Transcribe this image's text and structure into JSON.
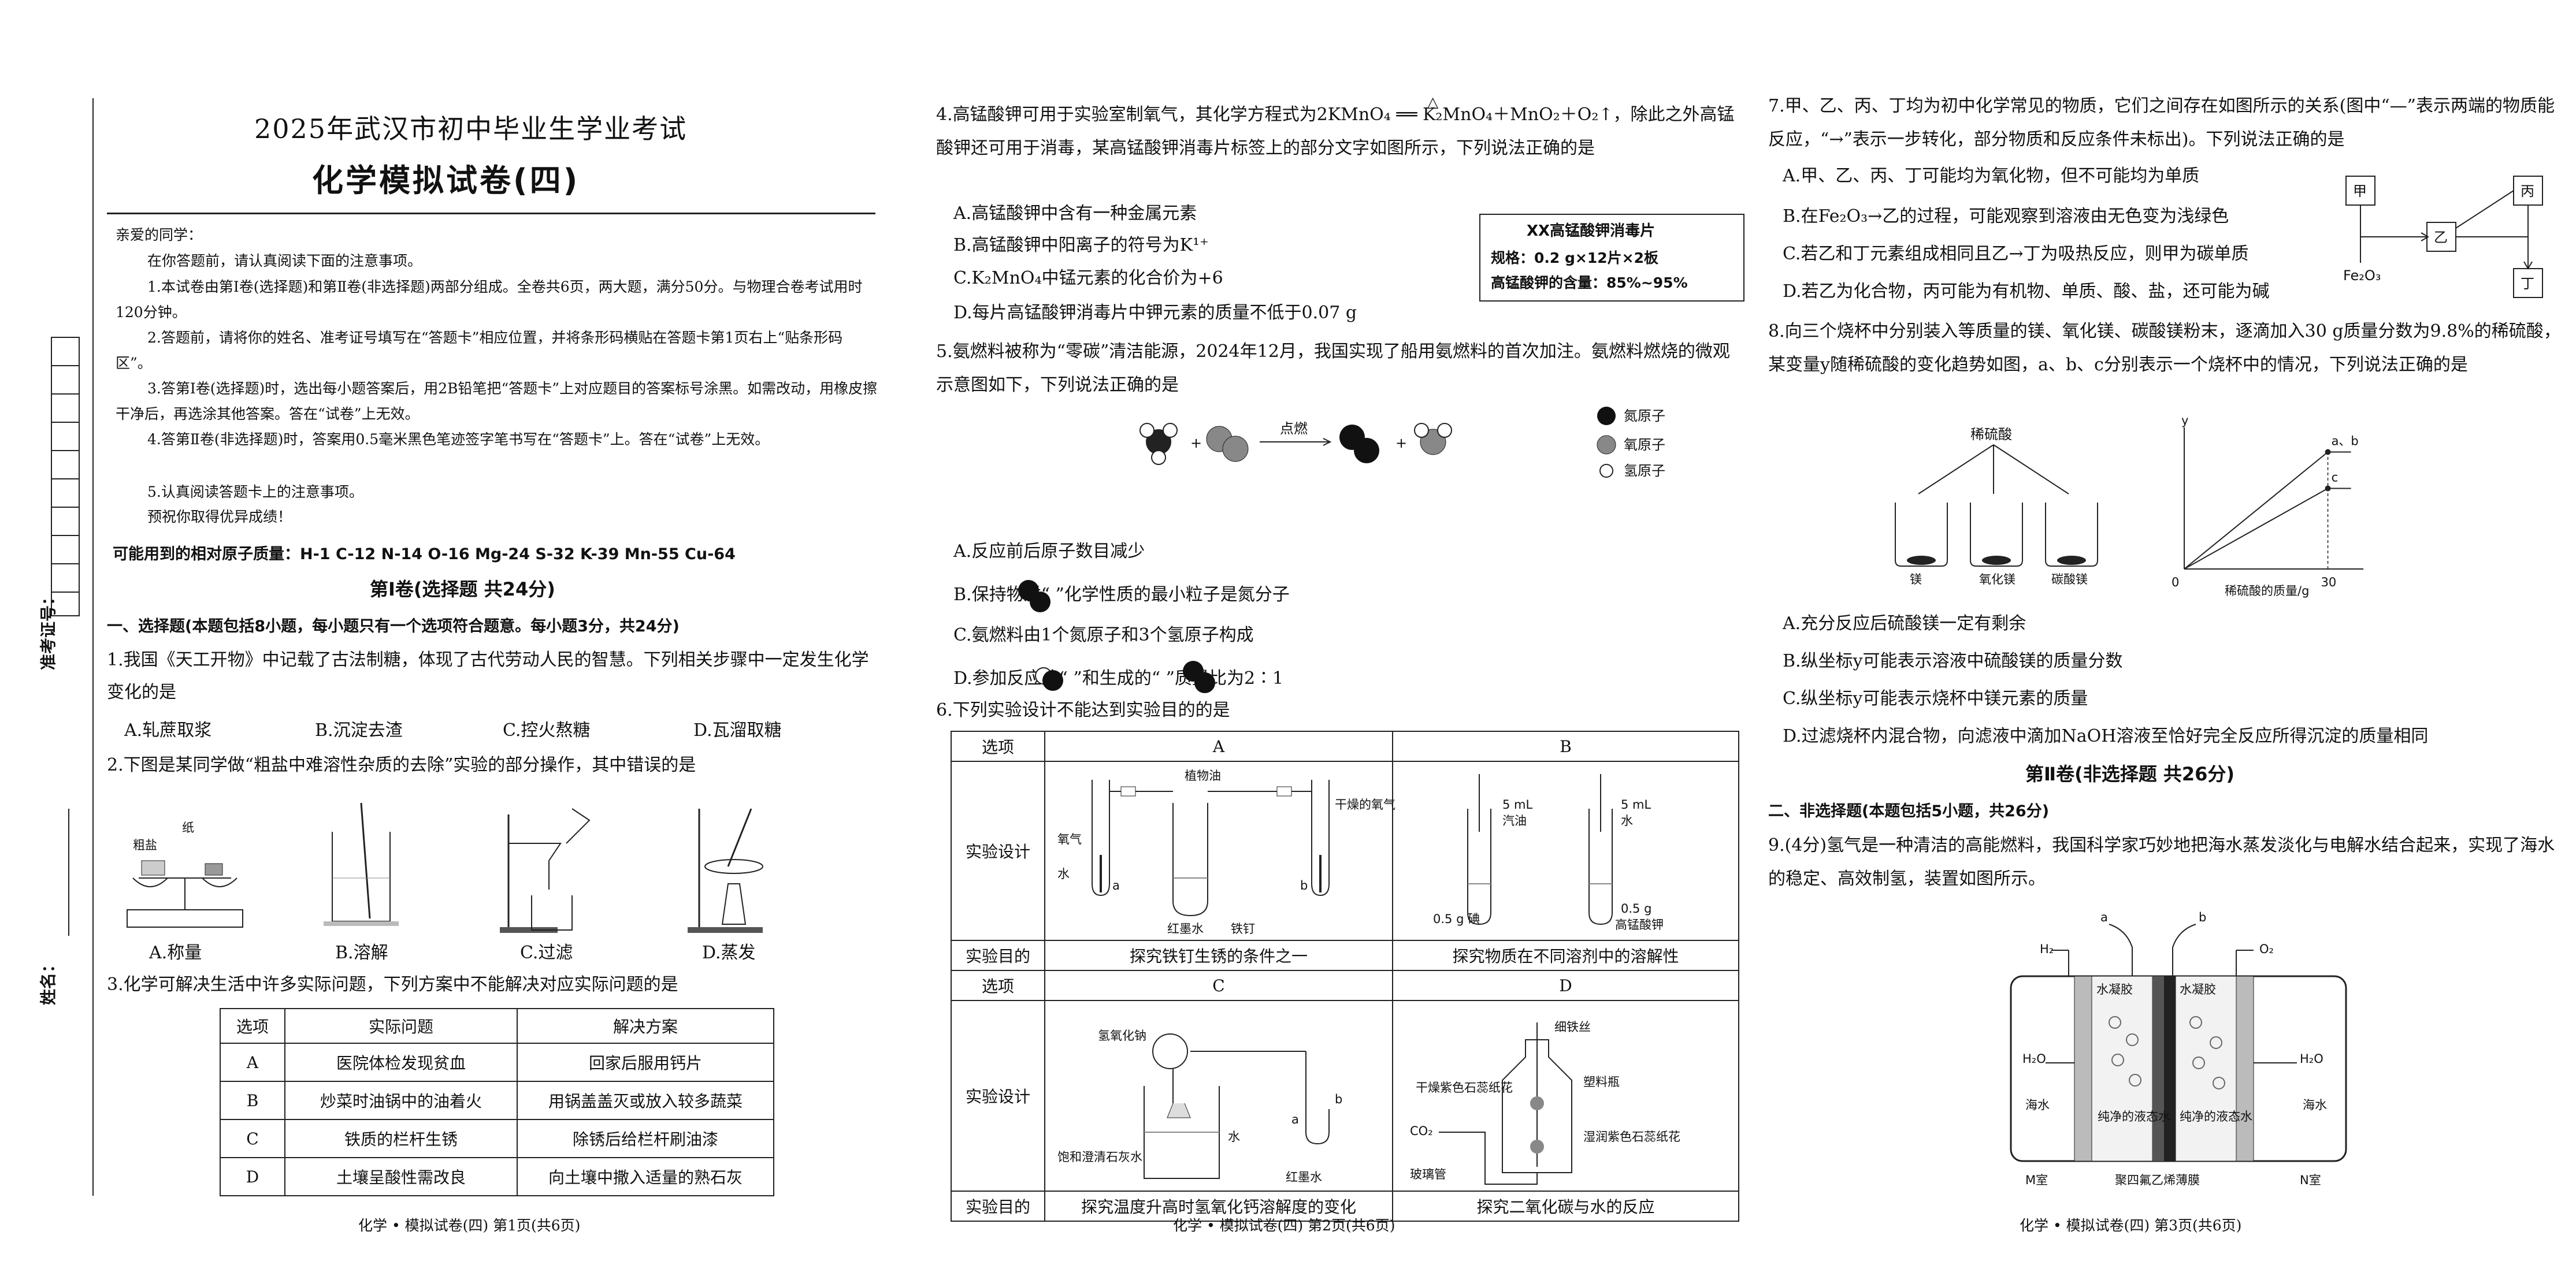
{
  "p1": {
    "title1": "2025年武汉市初中毕业生学业考试",
    "title2": "化学模拟试卷(四)",
    "greet": "亲爱的同学：",
    "intro": "在你答题前，请认真阅读下面的注意事项。",
    "n1": "1.本试卷由第Ⅰ卷(选择题)和第Ⅱ卷(非选择题)两部分组成。全卷共6页，两大题，满分50分。与物理合卷考试用时120分钟。",
    "n2": "2.答题前，请将你的姓名、准考证号填写在“答题卡”相应位置，并将条形码横贴在答题卡第1页右上“贴条形码区”。",
    "n3": "3.答第Ⅰ卷(选择题)时，选出每小题答案后，用2B铅笔把“答题卡”上对应题目的答案标号涂黑。如需改动，用橡皮擦干净后，再选涂其他答案。答在“试卷”上无效。",
    "n4": "4.答第Ⅱ卷(非选择题)时，答案用0.5毫米黑色笔迹签字笔书写在“答题卡”上。答在“试卷”上无效。",
    "n5": "5.认真阅读答题卡上的注意事项。",
    "wish": "预祝你取得优异成绩！",
    "masses": "可能用到的相对原子质量：H-1  C-12  N-14  O-16  Mg-24  S-32  K-39  Mn-55  Cu-64",
    "part1": "第Ⅰ卷(选择题   共24分)",
    "sec1": "一、选择题(本题包括8小题，每小题只有一个选项符合题意。每小题3分，共24分)",
    "q1": "1.我国《天工开物》中记载了古法制糖，体现了古代劳动人民的智慧。下列相关步骤中一定发生化学变化的是",
    "q1opts": [
      "A.轧蔗取浆",
      "B.沉淀去渣",
      "C.控火熬糖",
      "D.瓦溜取糖"
    ],
    "q2": "2.下图是某同学做“粗盐中难溶性杂质的去除”实验的部分操作，其中错误的是",
    "q2labels": [
      "粗盐",
      "纸"
    ],
    "q2opts": [
      "A.称量",
      "B.溶解",
      "C.过滤",
      "D.蒸发"
    ],
    "q3": "3.化学可解决生活中许多实际问题，下列方案中不能解决对应实际问题的是",
    "q3head": [
      "选项",
      "实际问题",
      "解决方案"
    ],
    "q3rows": [
      [
        "A",
        "医院体检发现贫血",
        "回家后服用钙片"
      ],
      [
        "B",
        "炒菜时油锅中的油着火",
        "用锅盖盖灭或放入较多蔬菜"
      ],
      [
        "C",
        "铁质的栏杆生锈",
        "除锈后给栏杆刷油漆"
      ],
      [
        "D",
        "土壤呈酸性需改良",
        "向土壤中撒入适量的熟石灰"
      ]
    ],
    "side_exam": "准考证号：",
    "side_name": "姓名：",
    "footer": "化学 • 模拟试卷(四)   第1页(共6页)"
  },
  "p2": {
    "q4": "4.高锰酸钾可用于实验室制氧气，其化学方程式为2KMnO₄ ══ K₂MnO₄＋MnO₂＋O₂↑，除此之外高锰酸钾还可用于消毒，某高锰酸钾消毒片标签上的部分文字如图所示，下列说法正确的是",
    "q4heat": "△",
    "q4opts": [
      "A.高锰酸钾中含有一种金属元素",
      "B.高锰酸钾中阳离子的符号为K¹⁺",
      "C.K₂MnO₄中锰元素的化合价为+6",
      "D.每片高锰酸钾消毒片中钾元素的质量不低于0.07 g"
    ],
    "label_title": "XX高锰酸钾消毒片",
    "label_spec": "规格：0.2 g×12片×2板",
    "label_content": "高锰酸钾的含量：85%~95%",
    "q5": "5.氨燃料被称为“零碳”清洁能源，2024年12月，我国实现了船用氨燃料的首次加注。氨燃料燃烧的微观示意图如下，下列说法正确的是",
    "q5ignite": "点燃",
    "q5legend": [
      "氮原子",
      "氧原子",
      "氢原子"
    ],
    "q5opts": [
      "A.反应前后原子数目减少",
      "B.保持物质“      ”化学性质的最小粒子是氮分子",
      "C.氨燃料由1个氮原子和3个氢原子构成",
      "D.参加反应的“      ”和生成的“      ”质量比为2∶1"
    ],
    "q6": "6.下列实验设计不能达到实验目的的是",
    "q6head": [
      "选项",
      "A",
      "B"
    ],
    "q6row1": "实验设计",
    "q6purpose_label": "实验目的",
    "q6purA": "探究铁钉生锈的条件之一",
    "q6purB": "探究物质在不同溶剂中的溶解性",
    "q6head2": [
      "选项",
      "C",
      "D"
    ],
    "q6purC": "探究温度升高时氢氧化钙溶解度的变化",
    "q6purD": "探究二氧化碳与水的反应",
    "A_labels": [
      "植物油",
      "干燥的氧气",
      "氧气",
      "水",
      "红墨水",
      "铁钉",
      "a",
      "b"
    ],
    "B_labels": [
      "5 mL",
      "汽油",
      "5 mL",
      "水",
      "0.5 g 碘",
      "0.5 g",
      "高锰酸钾"
    ],
    "C_labels": [
      "氢氧化钠",
      "饱和澄清石灰水",
      "水",
      "红墨水",
      "a",
      "b"
    ],
    "D_labels": [
      "细铁丝",
      "干燥紫色石蕊纸花",
      "塑料瓶",
      "CO₂",
      "湿润紫色石蕊纸花",
      "玻璃管"
    ],
    "footer": "化学 • 模拟试卷(四)   第2页(共6页)"
  },
  "p3": {
    "q7": "7.甲、乙、丙、丁均为初中化学常见的物质，它们之间存在如图所示的关系(图中“—”表示两端的物质能反应，“→”表示一步转化，部分物质和反应条件未标出)。下列说法正确的是",
    "q7opts": [
      "A.甲、乙、丙、丁可能均为氧化物，但不可能均为单质",
      "B.在Fe₂O₃→乙的过程，可能观察到溶液由无色变为浅绿色",
      "C.若乙和丁元素组成相同且乙→丁为吸热反应，则甲为碳单质",
      "D.若乙为化合物，丙可能为有机物、单质、酸、盐，还可能为碱"
    ],
    "q7nodes": [
      "甲",
      "丙",
      "乙",
      "丁",
      "Fe₂O₃"
    ],
    "q8": "8.向三个烧杯中分别装入等质量的镁、氧化镁、碳酸镁粉末，逐滴加入30 g质量分数为9.8%的稀硫酸，某变量y随稀硫酸的变化趋势如图，a、b、c分别表示一个烧杯中的情况，下列说法正确的是",
    "q8acid": "稀硫酸",
    "q8beakers": [
      "镁",
      "氧化镁",
      "碳酸镁"
    ],
    "q8opts": [
      "A.充分反应后硫酸镁一定有剩余",
      "B.纵坐标y可能表示溶液中硫酸镁的质量分数",
      "C.纵坐标y可能表示烧杯中镁元素的质量",
      "D.过滤烧杯内混合物，向滤液中滴加NaOH溶液至恰好完全反应所得沉淀的质量相同"
    ],
    "part2": "第Ⅱ卷(非选择题   共26分)",
    "sec2": "二、非选择题(本题包括5小题，共26分)",
    "q9": "9.(4分)氢气是一种清洁的高能燃料，我国科学家巧妙地把海水蒸发淡化与电解水结合起来，实现了海水的稳定、高效制氢，装置如图所示。",
    "q9labels": [
      "a",
      "b",
      "H₂",
      "O₂",
      "水凝胶",
      "水凝胶",
      "H₂O",
      "H₂O",
      "海水",
      "海水",
      "纯净的液态水",
      "纯净的液态水",
      "M室",
      "聚四氟乙烯薄膜",
      "N室"
    ],
    "footer": "化学 • 模拟试卷(四)   第3页(共6页)"
  },
  "chart_data": {
    "type": "line",
    "xlabel": "稀硫酸的质量/g",
    "ylabel": "y",
    "x_ticks": [
      "0",
      "30"
    ],
    "series": [
      {
        "name": "a、b",
        "x": [
          0,
          30
        ],
        "y": [
          0,
          0.9
        ]
      },
      {
        "name": "c",
        "x": [
          0,
          30
        ],
        "y": [
          0,
          0.62
        ]
      }
    ]
  }
}
